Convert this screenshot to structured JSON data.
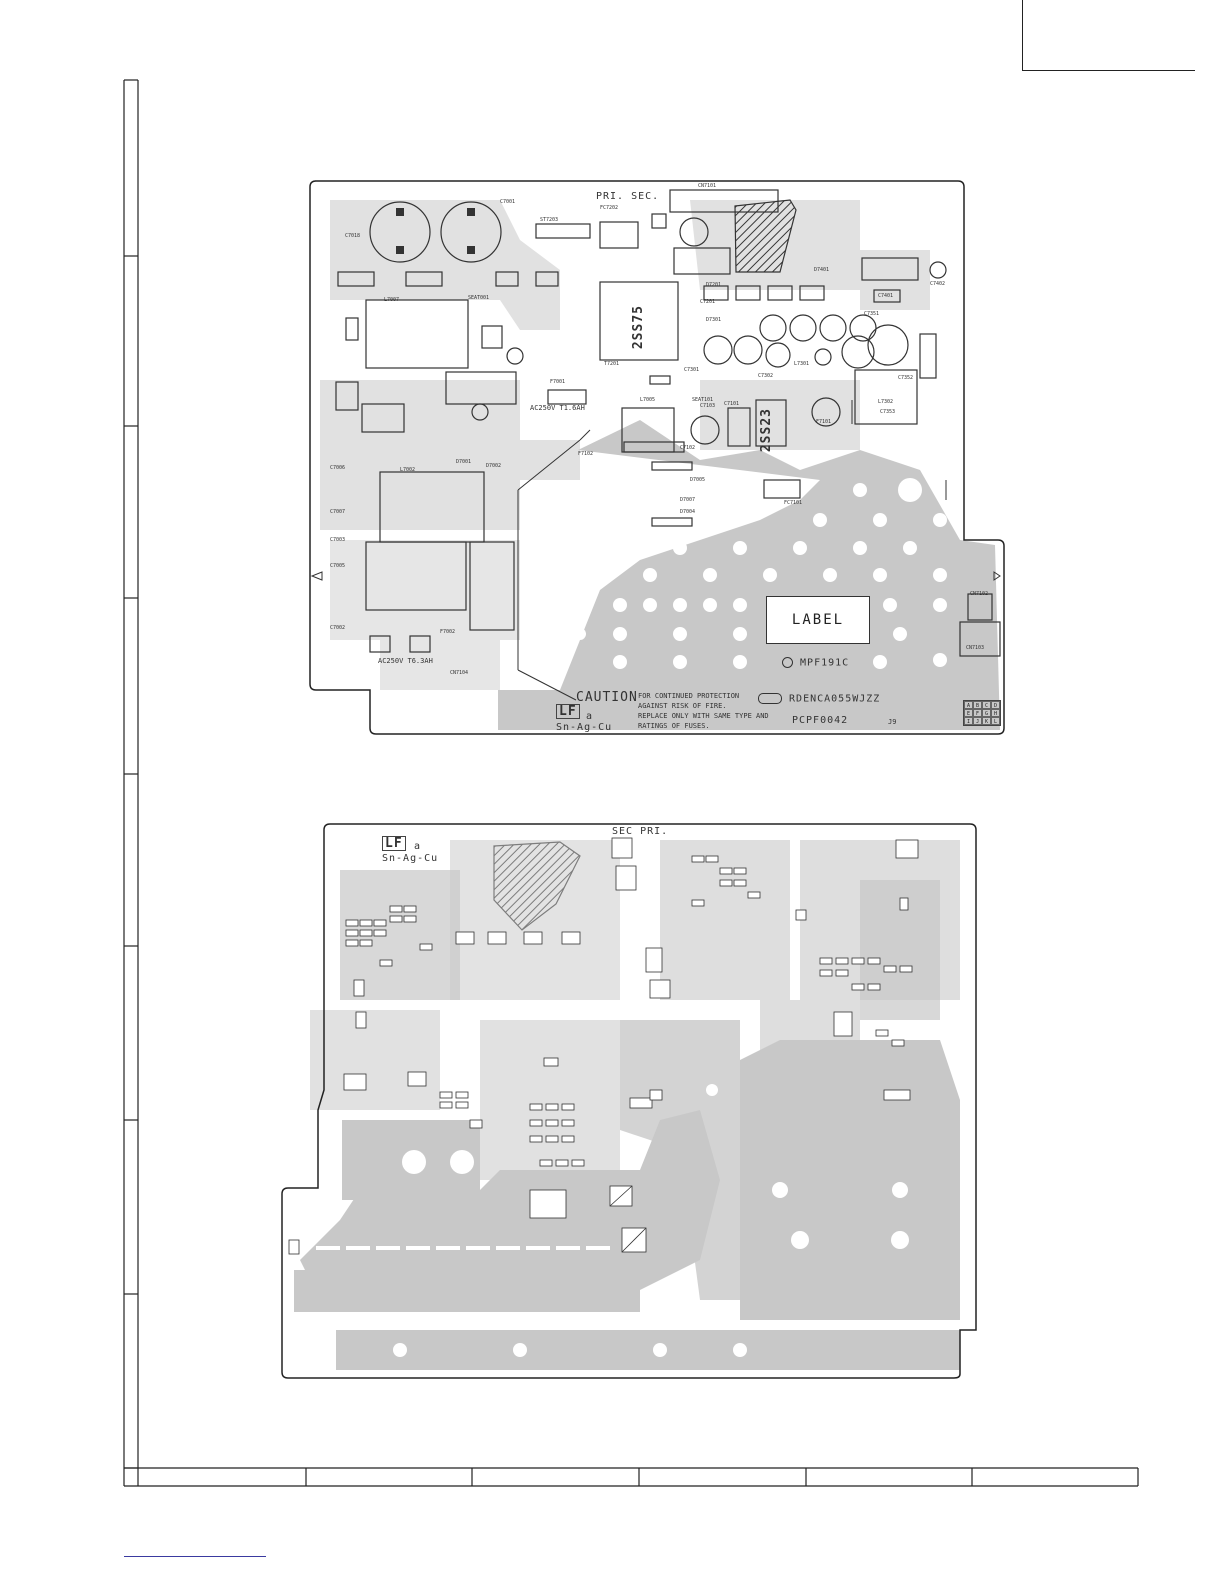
{
  "top_board": {
    "pri_sec": "PRI. SEC.",
    "ic_main": "2SS75",
    "ic_second": "2SS23",
    "fuse_main": "AC250V T1.6AH",
    "fuse_second": "AC250V T6.3AH",
    "label": "LABEL",
    "marking": "MPF191C",
    "part_number": "RDENCA055WJZZ",
    "board_code": "PCPF0042",
    "board_suffix": "J9",
    "caution_title": "CAUTION",
    "caution_lines": [
      "FOR CONTINUED PROTECTION",
      "AGAINST RISK OF FIRE.",
      "REPLACE ONLY WITH SAME TYPE AND",
      "RATINGS OF FUSES."
    ],
    "lf_mark": "LF",
    "lf_suffix": "a",
    "alloy": "Sn-Ag-Cu",
    "grid_cells": [
      "A",
      "B",
      "C",
      "D",
      "E",
      "F",
      "G",
      "H",
      "I",
      "J",
      "K",
      "L"
    ],
    "refs": [
      "CN7101",
      "FC7202",
      "ST7203",
      "L7007",
      "C7018",
      "C7001",
      "T7201",
      "C7201",
      "D7201",
      "L7005",
      "C7301",
      "C7302",
      "C7401",
      "C7402",
      "D7401",
      "L7301",
      "L7302",
      "D7301",
      "C7351",
      "C7352",
      "C7353",
      "F7001",
      "F7002",
      "L7002",
      "C7003",
      "C7007",
      "C7005",
      "C7006",
      "C7002",
      "D7001",
      "D7002",
      "C7101",
      "C7102",
      "C7103",
      "D7005",
      "D7007",
      "D7004",
      "FC7101",
      "CN7102",
      "CN7103",
      "CN7104",
      "SEAT001",
      "SEAT101",
      "F7101",
      "F7102"
    ]
  },
  "bottom_board": {
    "pri_sec": "SEC PRI.",
    "lf_mark": "LF",
    "lf_suffix": "a",
    "alloy": "Sn-Ag-Cu"
  }
}
